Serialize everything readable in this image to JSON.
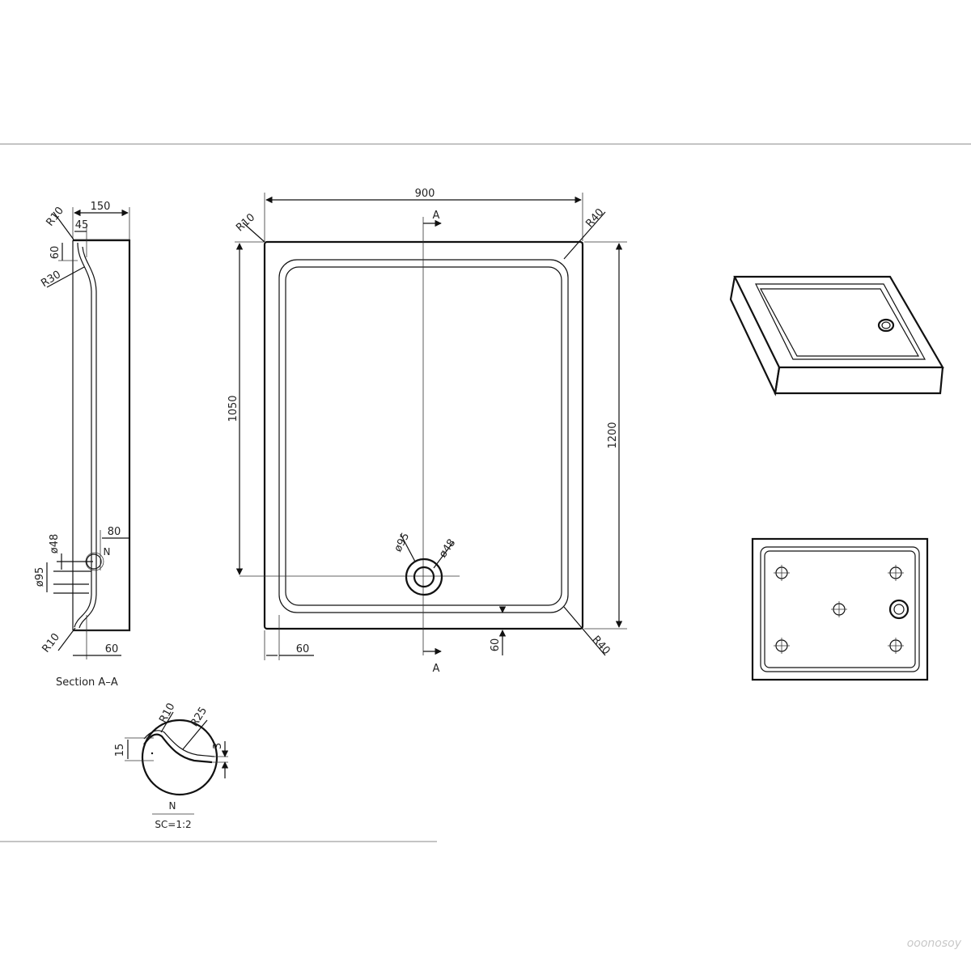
{
  "plan_view": {
    "width_label": "900",
    "height_label": "1200",
    "inner_height_label": "1050",
    "margin_left_label": "60",
    "margin_bottom_label": "60",
    "corner_tl_label": "R10",
    "corner_tr_label": "R40",
    "corner_br_label": "R40",
    "drain_outer_label": "ø95",
    "drain_inner_label": "ø48",
    "section_top_label": "A",
    "section_bottom_label": "A"
  },
  "section_view": {
    "width_label": "150",
    "rim_label": "45",
    "lip_label": "60",
    "radius_top_label": "R10",
    "radius_inner_label": "R30",
    "drain_offset_label": "80",
    "drain_small_label": "ø48",
    "drain_large_label": "ø95",
    "detail_marker_label": "N",
    "radius_bottom_label": "R10",
    "base_label": "60",
    "caption": "Section A–A"
  },
  "detail_view": {
    "radius_small_label": "R10",
    "radius_large_label": "R25",
    "height_label": "15",
    "thickness_label": "3",
    "name_label": "N",
    "scale_label": "SC=1:2"
  },
  "watermark": "ooonosoy"
}
